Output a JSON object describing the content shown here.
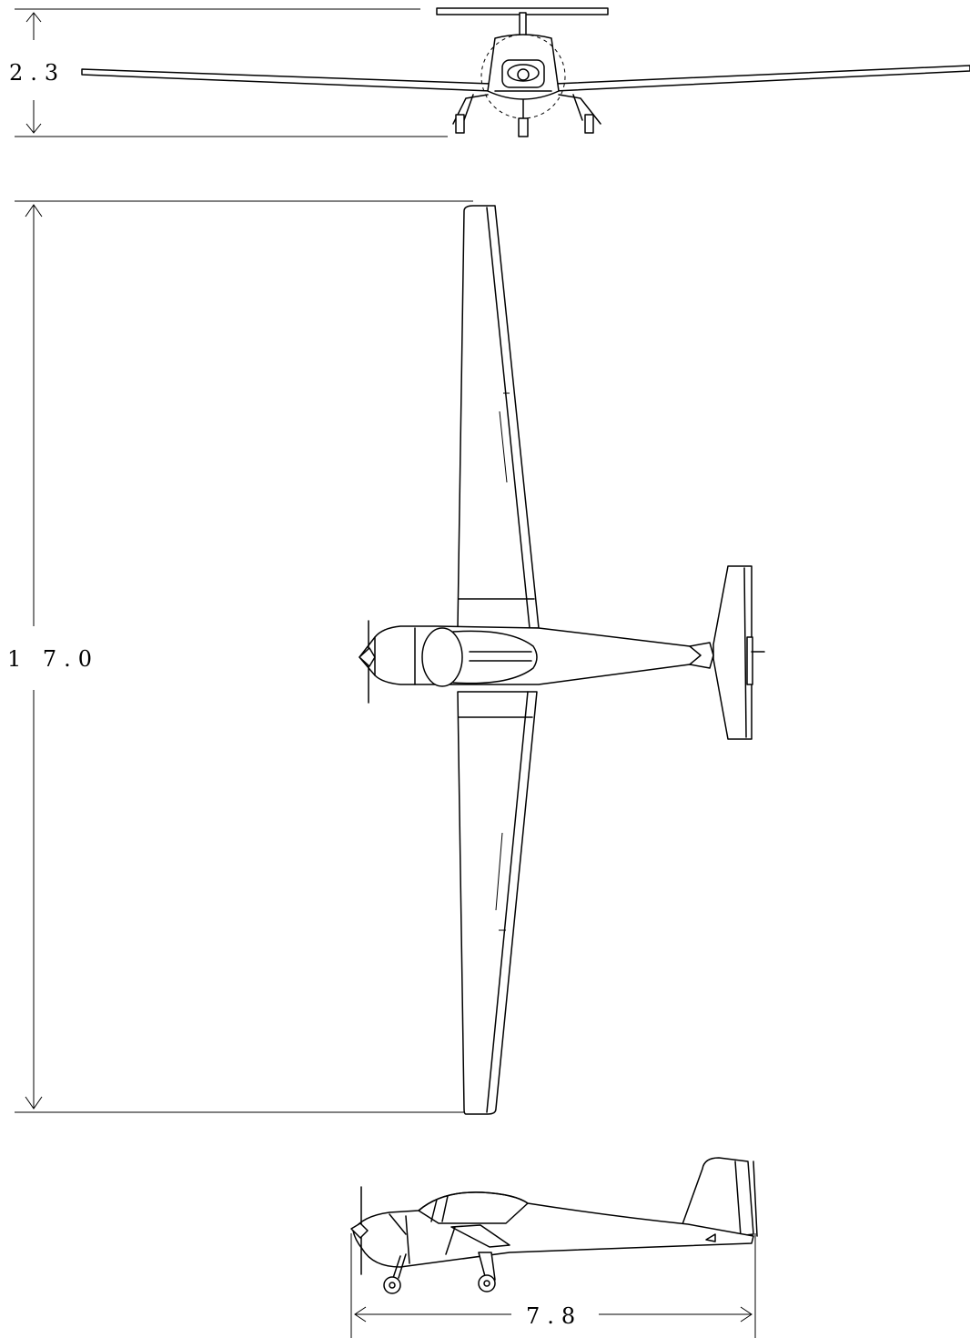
{
  "dimensions": {
    "height": "2.3",
    "span": "1 7.0",
    "length": "7.8"
  },
  "views": [
    "front-view",
    "top-view",
    "side-view"
  ]
}
